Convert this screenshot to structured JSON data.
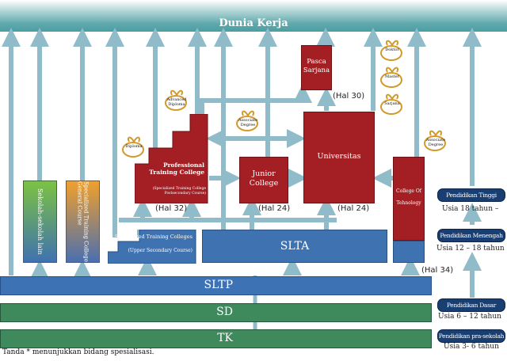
{
  "banner": {
    "title": "Dunia Kerja"
  },
  "institutions": {
    "pasca_sarjana": {
      "label": "Pasca Sarjana",
      "ref": "(Hal 30)"
    },
    "universitas": {
      "label": "Universitas",
      "ref": "(Hal 24)"
    },
    "junior_college": {
      "label": "Junior College",
      "ref": "(Hal 24)"
    },
    "professional_training_college": {
      "label": "Professional Training College",
      "sublabel": "(Specialized Training College Postsecondary Course)",
      "ref": "(Hal 32)"
    },
    "college_of_technology": {
      "label": "College Of Tehnology",
      "ref": "(Hal 34)"
    },
    "specialized_training_colleges": {
      "label": "Specialized Training Colleges",
      "sublabel": "(Upper Secondary Course)"
    },
    "slta": {
      "label": "SLTA"
    },
    "sekolah_lain": {
      "label": "Sekolah-sekolah lain"
    },
    "stc_general": {
      "label": "Specialized Training College General Course"
    }
  },
  "levels": {
    "sltp": "SLTP",
    "sd": "SD",
    "tk": "TK"
  },
  "degrees": {
    "doktor": "Doktor",
    "master": "Master",
    "sarjana": "Sarjana",
    "associate_1": "Associate Degree",
    "associate_2": "Associate Degree",
    "advanced_diploma": "Advanced Diploma",
    "diploma": "Diploma"
  },
  "legend": [
    {
      "label": "Pendidikan Tinggi",
      "age": "Usia 18 tahun –"
    },
    {
      "label": "Pendidikan Menengah",
      "age": "Usia 12 – 18 tahun"
    },
    {
      "label": "Pendidikan Dasar",
      "age": "Usia 6 – 12 tahun"
    },
    {
      "label": "Pendidikan pra-sekolah",
      "age": "Usia 3- 6 tahun"
    }
  ],
  "footnote": "Tanda * menunjukkan bidang spesialisasi.",
  "colors": {
    "arrow": "#8fbcc8",
    "red": "#a31f24",
    "blue": "#3f72b0",
    "green": "#3e8a5d",
    "navy": "#183e72",
    "gold": "#d29a2c"
  }
}
